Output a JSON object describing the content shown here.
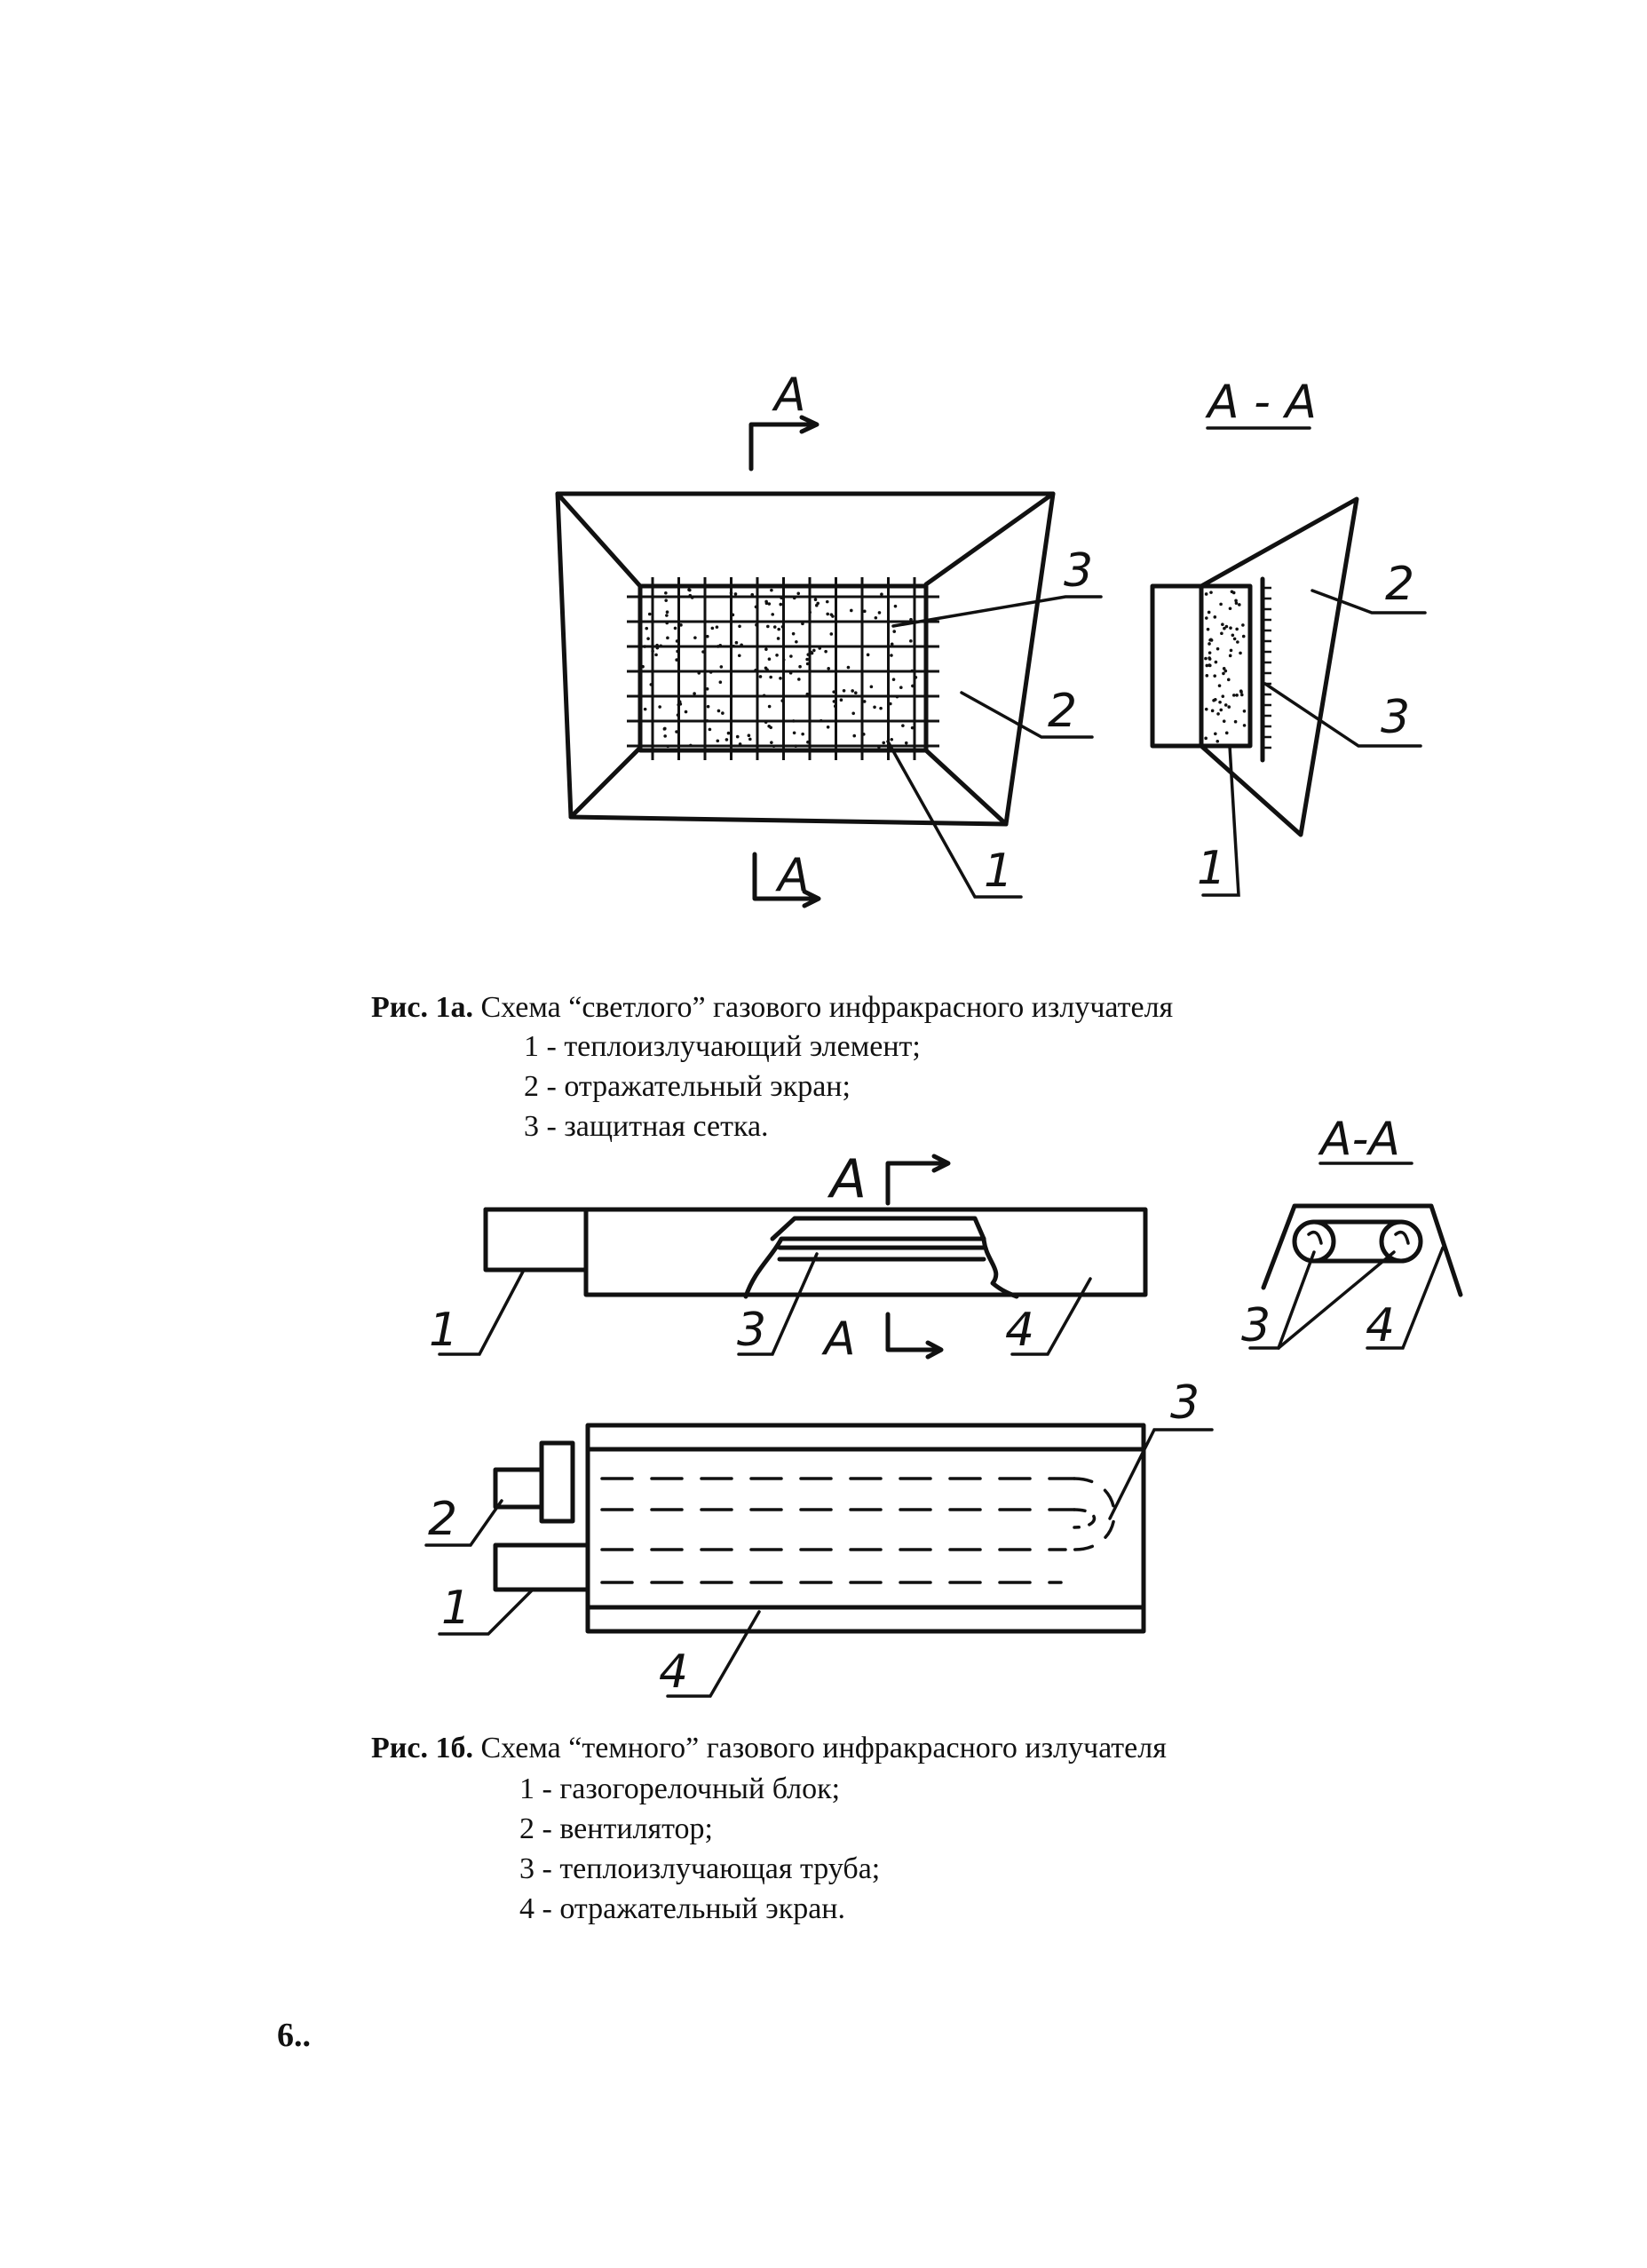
{
  "figure_a": {
    "section_mark": "А",
    "section_title": "А - А",
    "callouts": [
      "1",
      "2",
      "3"
    ],
    "caption_label": "Рис. 1а.",
    "caption_text": "Схема “светлого” газового инфракрасного излучателя",
    "legend": [
      "1 - теплоизлучающий элемент;",
      "2 - отражательный экран;",
      "3 - защитная сетка."
    ]
  },
  "figure_b": {
    "section_mark": "А",
    "section_title": "А-А",
    "callouts": [
      "1",
      "2",
      "3",
      "4"
    ],
    "caption_label": "Рис. 1б.",
    "caption_text": "Схема “темного” газового инфракрасного излучателя",
    "legend": [
      "1 - газогорелочный блок;",
      "2 - вентилятор;",
      "3 - теплоизлучающая труба;",
      "4 - отражательный экран."
    ]
  },
  "page_number": "6.."
}
